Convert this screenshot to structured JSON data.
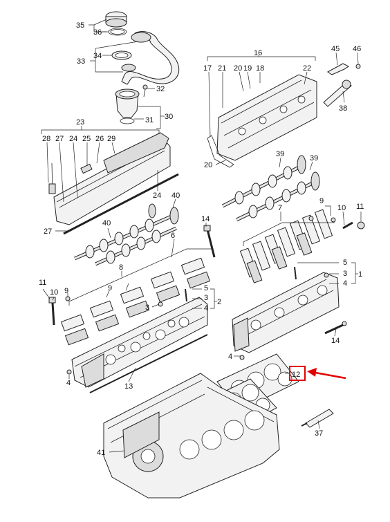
{
  "callouts": {
    "c35": "35",
    "c36": "36",
    "c34": "34",
    "c33": "33",
    "c32": "32",
    "c30": "30",
    "c31": "31",
    "c23": "23",
    "c28": "28",
    "c27top": "27",
    "c24top": "24",
    "c25": "25",
    "c26": "26",
    "c29": "29",
    "c24": "24",
    "c40a": "40",
    "c40b": "40",
    "c27": "27",
    "c16": "16",
    "c17": "17",
    "c21": "21",
    "c20a": "20",
    "c19": "19",
    "c18": "18",
    "c22": "22",
    "c45": "45",
    "c46": "46",
    "c38": "38",
    "c20b": "20",
    "c39a": "39",
    "c39b": "39",
    "c7": "7",
    "c9a": "9",
    "c10a": "10",
    "c11a": "11",
    "c14a": "14",
    "c8": "8",
    "c6": "6",
    "c9b": "9",
    "c11b": "11",
    "c10b": "10",
    "c9c": "9",
    "c3a": "3",
    "c5a": "5",
    "c3b": "3",
    "c4a": "4",
    "c2": "2",
    "c5b": "5",
    "c3c": "3",
    "c4b": "4",
    "c1": "1",
    "c14b": "14",
    "c4c": "4",
    "c4d": "4",
    "c13": "13",
    "c12": "12",
    "c37": "37",
    "c41": "41"
  },
  "highlight": {
    "target": "12",
    "box_color": "#e00000",
    "arrow_color": "#e00000"
  }
}
